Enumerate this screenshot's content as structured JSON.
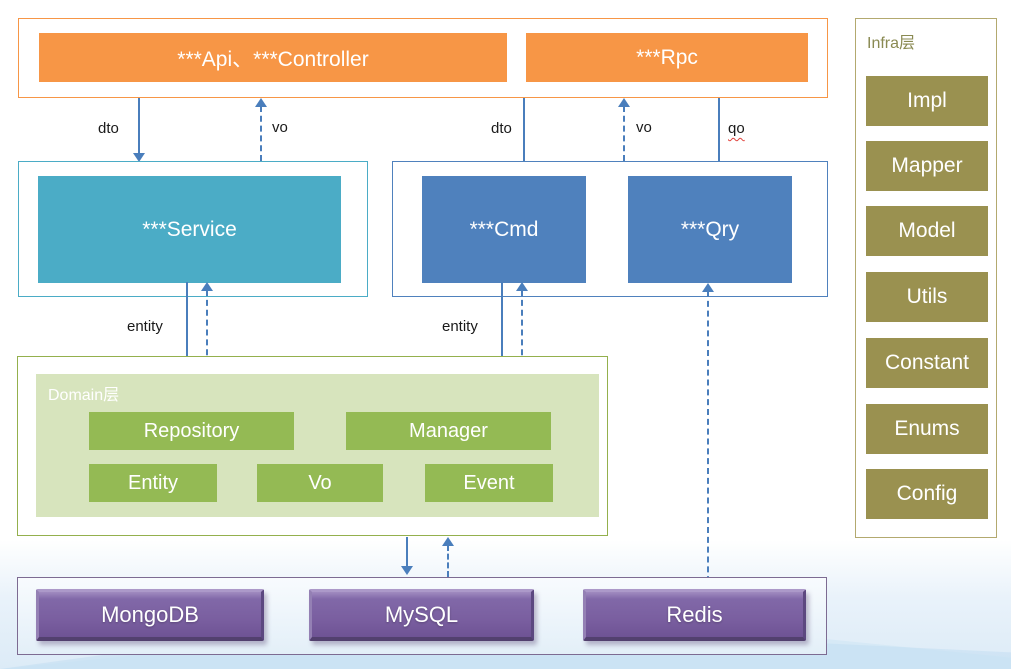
{
  "diagram": {
    "api_layer": {
      "api_controller": "***Api、***Controller",
      "rpc": "***Rpc"
    },
    "app_layer": {
      "service": "***Service",
      "cmd": "***Cmd",
      "qry": "***Qry"
    },
    "domain_layer": {
      "title": "Domain层",
      "boxes": [
        "Repository",
        "Manager",
        "Entity",
        "Vo",
        "Event"
      ]
    },
    "db_layer": {
      "boxes": [
        "MongoDB",
        "MySQL",
        "Redis"
      ]
    },
    "infra_panel": {
      "title": "Infra层",
      "boxes": [
        "Impl",
        "Mapper",
        "Model",
        "Utils",
        "Constant",
        "Enums",
        "Config"
      ]
    },
    "arrow_labels": {
      "dto_left": "dto",
      "vo_left": "vo",
      "dto_mid": "dto",
      "vo_mid": "vo",
      "qo": "qo",
      "entity_left": "entity",
      "entity_mid": "entity"
    }
  },
  "colors": {
    "orange": "#F79646",
    "teal": "#4BACC6",
    "blue": "#4F81BD",
    "green_box": "#94BA54",
    "green_light": "#D7E4BD",
    "green_border": "#94B04D",
    "olive": "#9A9150",
    "purple": "#7A5FA0",
    "arrow_blue": "#4A7EBC",
    "squiggle_red": "#E0403A"
  }
}
